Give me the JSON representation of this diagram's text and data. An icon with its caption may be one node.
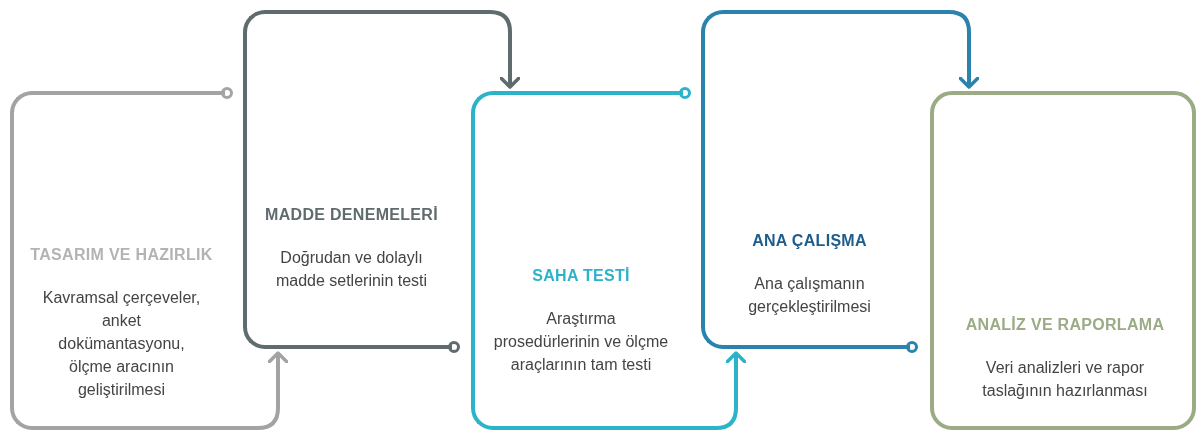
{
  "diagram": {
    "nodes": [
      {
        "text": [
          "TASARIM VE HAZIRLIK",
          "Kavramsal çerçeveler, anket dokümantasyonu, ölçme aracının geliştirilmesi"
        ]
      },
      {
        "text": [
          "MADDE DENEMELERİ",
          "Doğrudan ve dolaylı madde setlerinin testi"
        ]
      },
      {
        "text": [
          "SAHA TESTİ",
          "Araştırma prosedürlerinin ve ölçme araçlarının tam testi"
        ]
      },
      {
        "text": [
          "ANA ÇALIŞMA",
          "Ana çalışmanın gerçekleştirilmesi"
        ]
      },
      {
        "text": [
          "ANALİZ VE RAPORLAMA",
          "Veri analizleri ve rapor taslağının hazırlanması"
        ]
      }
    ],
    "edges": [
      {
        "from": 0,
        "to": 1,
        "arrow": "to",
        "color": "#a3a3a3"
      },
      {
        "from": 1,
        "to": 2,
        "arrow": "to",
        "color": "#5f6b6d"
      },
      {
        "from": 2,
        "to": 3,
        "arrow": "to",
        "color": "#2bb3c9"
      },
      {
        "from": 3,
        "to": 4,
        "arrow": "to",
        "color": "#2b82ad"
      }
    ]
  }
}
